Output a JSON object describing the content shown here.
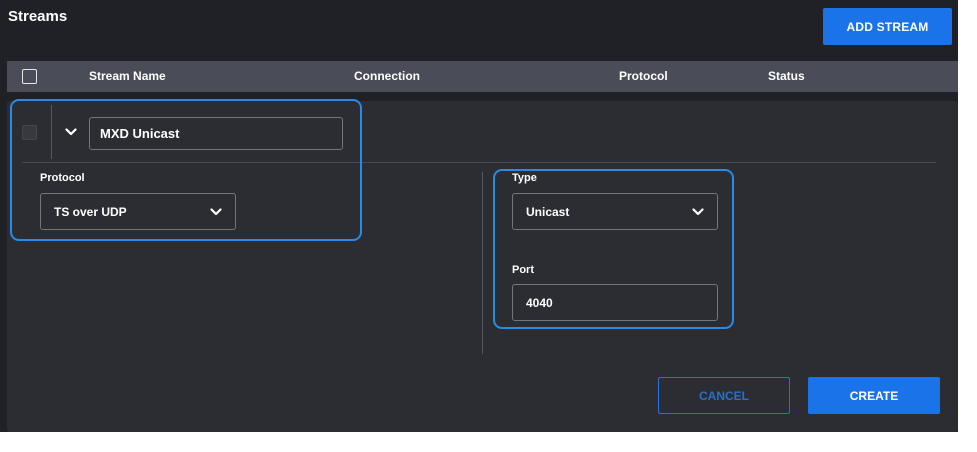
{
  "header": {
    "title": "Streams",
    "add_button": "ADD STREAM"
  },
  "table": {
    "columns": [
      "Stream Name",
      "Connection",
      "Protocol",
      "Status"
    ]
  },
  "new_stream": {
    "name_value": "MXD Unicast",
    "protocol_label": "Protocol",
    "protocol_value": "TS over UDP",
    "type_label": "Type",
    "type_value": "Unicast",
    "port_label": "Port",
    "port_value": "4040"
  },
  "actions": {
    "cancel": "CANCEL",
    "create": "CREATE"
  },
  "colors": {
    "accent": "#1a73e8",
    "highlight": "#2a8ae8",
    "background": "#202126",
    "panel": "#2c2d33",
    "table_header": "#4a4c57"
  },
  "icons": {
    "expand": "chevron-down-icon",
    "select": "chevron-down-icon"
  }
}
